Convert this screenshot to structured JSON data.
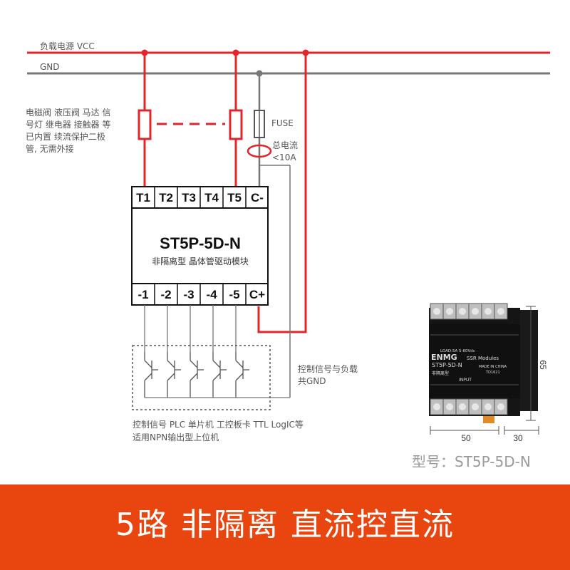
{
  "rails": {
    "vcc_label": "负载电源 VCC",
    "gnd_label": "GND"
  },
  "load_note": [
    "电磁阀 液压阀 马达 信",
    "号灯 继电器 接触器 等",
    "已内置 续流保护二极",
    "管, 无需外接"
  ],
  "fuse_label": "FUSE",
  "current_label": [
    "总电流",
    "<10A"
  ],
  "module": {
    "top_terminals": [
      "T1",
      "T2",
      "T3",
      "T4",
      "T5",
      "C-"
    ],
    "model": "ST5P-5D-N",
    "subtitle": "非隔离型 晶体管驱动模块",
    "bottom_terminals": [
      "-1",
      "-2",
      "-3",
      "-4",
      "-5",
      "C+"
    ]
  },
  "shared_gnd_note": [
    "控制信号与负载",
    "共GND"
  ],
  "control_note": [
    "控制信号  PLC 单片机  工控板卡 TTL LogIC等",
    "适用NPN输出型上位机"
  ],
  "product_photo": {
    "brand": "ENMG",
    "type_text": "SSR Modules",
    "load_text": "LOAD:5A 5-60Vdc",
    "model_text": "ST5P-5D-N",
    "series_text": "非隔离型",
    "origin_text": "MADE IN CHINA",
    "date_text": "TD1621",
    "input_text": "INPUT",
    "dim_width": "50",
    "dim_depth": "30",
    "dim_height": "65"
  },
  "model_caption": "型号：ST5P-5D-N",
  "banner": "5路 非隔离 直流控直流",
  "colors": {
    "red": "#e0262b",
    "gray_wire": "#777777",
    "banner": "#e8460e"
  }
}
